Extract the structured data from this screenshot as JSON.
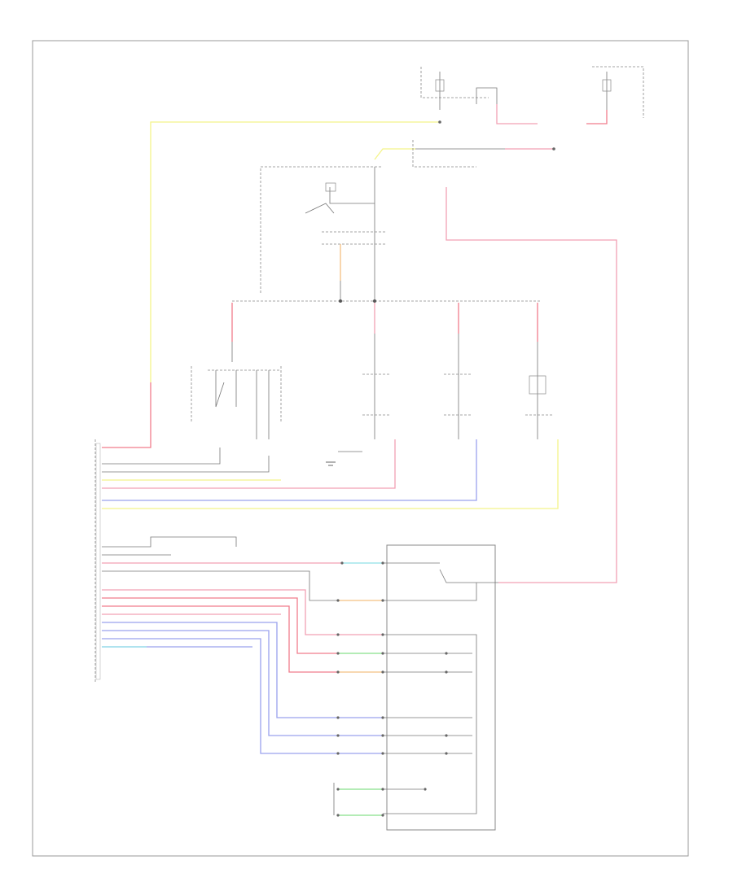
{
  "figure_code": "",
  "colors": {
    "yellow": "#f4f48a",
    "pink": "#f2a0b4",
    "red_pink": "#f07c8c",
    "blue": "#9aa2ee",
    "cyan": "#8fe0e8",
    "orange": "#f3c082",
    "green": "#86e08a",
    "gray": "#777777",
    "frame": "#999999"
  },
  "icons": [
    "ground-symbol",
    "connector-pin",
    "switch-contact",
    "splice-dot"
  ]
}
